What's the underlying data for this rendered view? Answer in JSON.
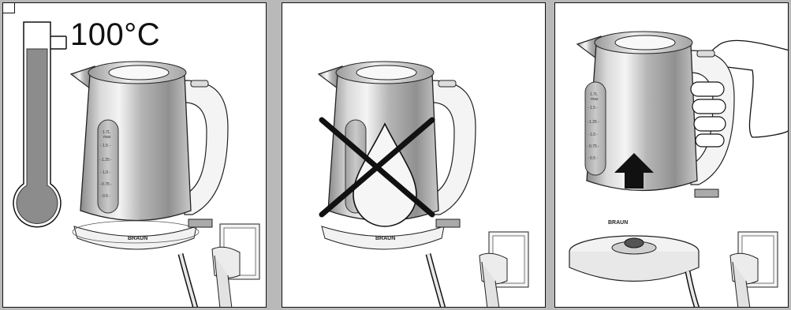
{
  "temperature_label": "100°C",
  "brand": "BRAUN",
  "gauge_scale": [
    "1.7L",
    "max",
    "- 1.5 -",
    "- 1.25 -",
    "- 1.0 -",
    "- 0.75 -",
    "- 0.5 -"
  ],
  "colors": {
    "background": "#b9b9b9",
    "panel": "#ffffff",
    "outline": "#111111",
    "mercury": "#8c8c8c",
    "steel_light": "#e2e2e2",
    "steel_dark": "#7a7a7a",
    "plug": "#ececec",
    "base_knob": "#555555"
  }
}
